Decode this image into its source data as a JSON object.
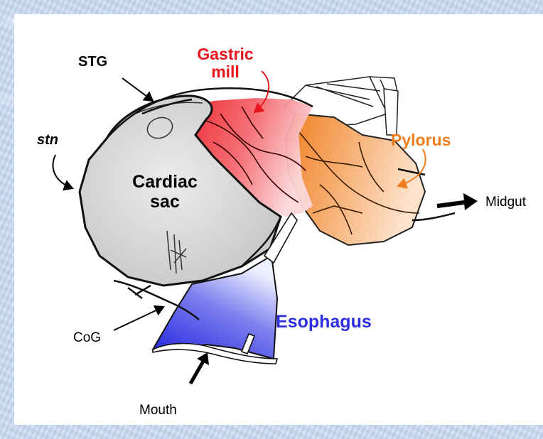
{
  "labels": {
    "stg": "STG",
    "stn": "stn",
    "gastric_mill_line1": "Gastric",
    "gastric_mill_line2": "mill",
    "cardiac_sac_line1": "Cardiac",
    "cardiac_sac_line2": "sac",
    "pylorus": "Pylorus",
    "midgut": "Midgut",
    "cog": "CoG",
    "esophagus": "Esophagus",
    "mouth": "Mouth"
  },
  "colors": {
    "gastric_mill": "#e8141e",
    "pylorus": "#f07d1e",
    "esophagus": "#2c2ee0",
    "cardiac_sac": "#d9d9d9",
    "background": "#c9d8ee"
  }
}
